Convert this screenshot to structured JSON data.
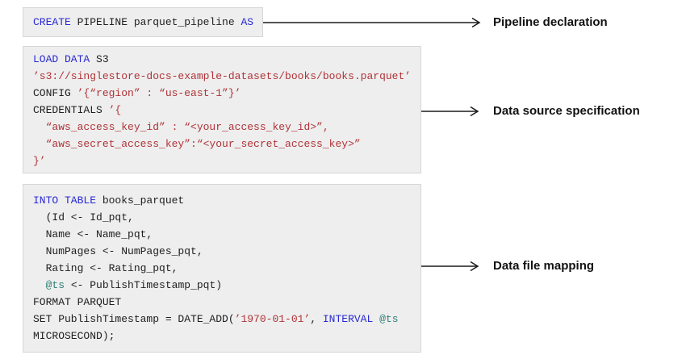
{
  "colors": {
    "keyword": "#2929d4",
    "string": "#b03338",
    "variable": "#2f8077",
    "code_text": "#1e1e1e",
    "block_bg": "#eeeeee",
    "block_border": "#d6d6d6",
    "label_text": "#111111",
    "arrow": "#1a1a1a"
  },
  "blocks": [
    {
      "name": "pipeline-declaration",
      "label": "Pipeline declaration",
      "lines": [
        {
          "tokens": [
            {
              "t": "CREATE",
              "c": "keyword"
            },
            {
              "t": " PIPELINE parquet_pipeline ",
              "c": "text"
            },
            {
              "t": "AS",
              "c": "keyword"
            }
          ]
        }
      ]
    },
    {
      "name": "data-source-specification",
      "label": "Data source specification",
      "lines": [
        {
          "tokens": [
            {
              "t": "LOAD DATA",
              "c": "keyword"
            },
            {
              "t": " S3",
              "c": "text"
            }
          ]
        },
        {
          "tokens": [
            {
              "t": "’s3://singlestore-docs-example-datasets/books/books.parquet’",
              "c": "string"
            }
          ]
        },
        {
          "tokens": [
            {
              "t": "CONFIG ",
              "c": "text"
            },
            {
              "t": "’{“region” : “us-east-1”}’",
              "c": "string"
            }
          ]
        },
        {
          "tokens": [
            {
              "t": "CREDENTIALS ",
              "c": "text"
            },
            {
              "t": "’{",
              "c": "string"
            }
          ]
        },
        {
          "tokens": [
            {
              "t": "  “aws_access_key_id” : “<your_access_key_id>”,",
              "c": "string"
            }
          ]
        },
        {
          "tokens": [
            {
              "t": "  “aws_secret_access_key”:“<your_secret_access_key>”",
              "c": "string"
            }
          ]
        },
        {
          "tokens": [
            {
              "t": "}’",
              "c": "string"
            }
          ]
        }
      ]
    },
    {
      "name": "data-file-mapping",
      "label": "Data file mapping",
      "lines": [
        {
          "tokens": [
            {
              "t": "INTO TABLE",
              "c": "keyword"
            },
            {
              "t": " books_parquet",
              "c": "text"
            }
          ]
        },
        {
          "tokens": [
            {
              "t": "  (Id <- Id_pqt,",
              "c": "text"
            }
          ]
        },
        {
          "tokens": [
            {
              "t": "  Name <- Name_pqt,",
              "c": "text"
            }
          ]
        },
        {
          "tokens": [
            {
              "t": "  NumPages <- NumPages_pqt,",
              "c": "text"
            }
          ]
        },
        {
          "tokens": [
            {
              "t": "  Rating <- Rating_pqt,",
              "c": "text"
            }
          ]
        },
        {
          "tokens": [
            {
              "t": "  ",
              "c": "text"
            },
            {
              "t": "@ts",
              "c": "variable"
            },
            {
              "t": " <- PublishTimestamp_pqt)",
              "c": "text"
            }
          ]
        },
        {
          "tokens": [
            {
              "t": "FORMAT PARQUET",
              "c": "text"
            }
          ]
        },
        {
          "tokens": [
            {
              "t": "SET PublishTimestamp = DATE_ADD(",
              "c": "text"
            },
            {
              "t": "’1970-01-01’",
              "c": "string"
            },
            {
              "t": ", ",
              "c": "text"
            },
            {
              "t": "INTERVAL",
              "c": "keyword"
            },
            {
              "t": " ",
              "c": "text"
            },
            {
              "t": "@ts",
              "c": "variable"
            }
          ]
        },
        {
          "tokens": [
            {
              "t": "MICROSECOND);",
              "c": "text"
            }
          ]
        }
      ]
    }
  ]
}
